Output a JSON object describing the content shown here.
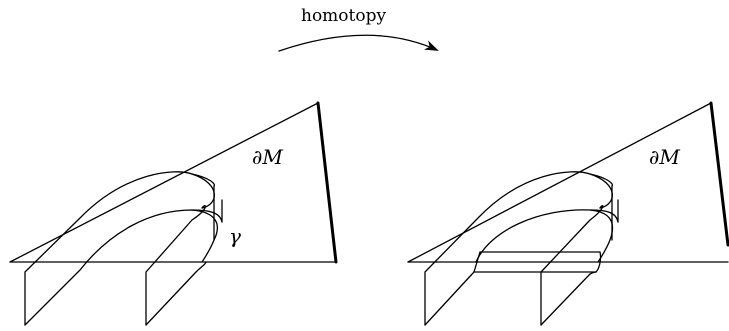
{
  "arrow_label": "homotopy",
  "left_panel": {
    "boundary_label": "∂M",
    "curve_label": "γ"
  },
  "right_panel": {
    "boundary_label": "∂M"
  },
  "colors": {
    "ink": "#000000",
    "background": "#ffffff"
  }
}
